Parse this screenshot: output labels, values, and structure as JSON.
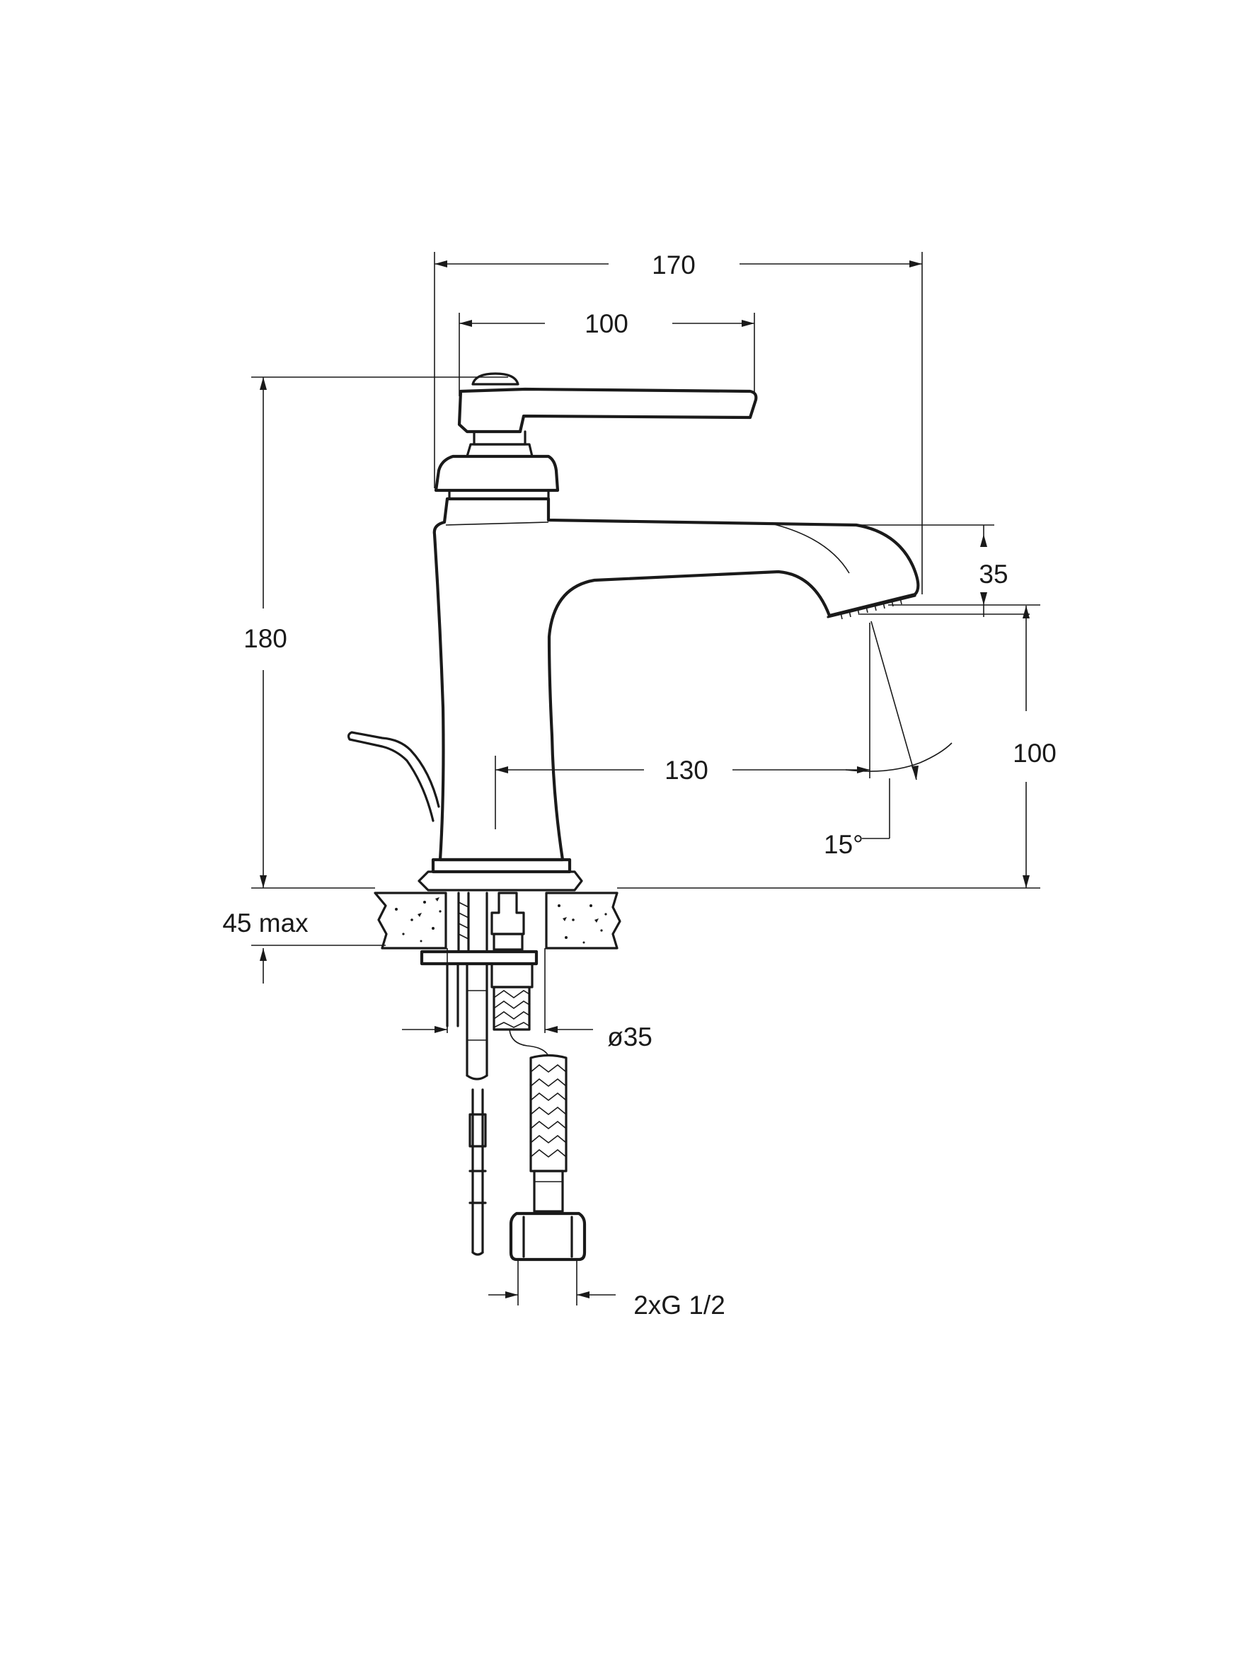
{
  "diagram": {
    "dimensions": {
      "total_length": "170",
      "lever_length": "100",
      "total_height": "180",
      "spout_thickness": "35",
      "spout_height": "100",
      "spout_reach": "130",
      "spray_angle": "15°",
      "deck_thickness": "45 max",
      "hole_diameter": "ø35",
      "connection": "2xG 1/2"
    }
  }
}
